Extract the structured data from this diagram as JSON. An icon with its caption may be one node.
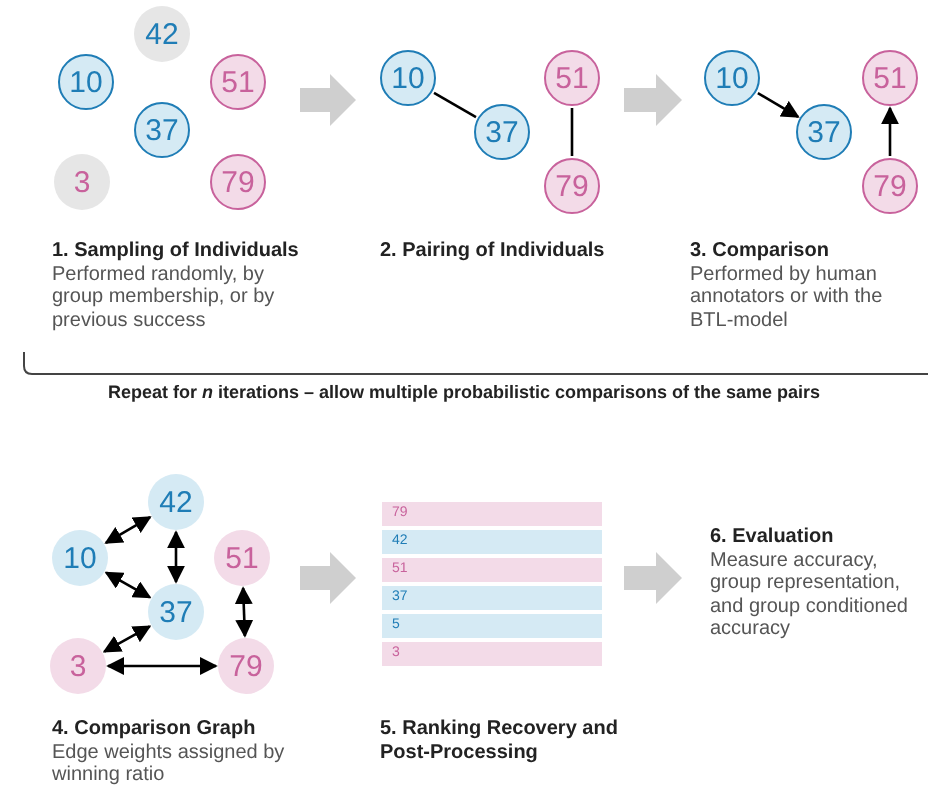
{
  "diagram": {
    "nodes": [
      {
        "text": [
          "1. Sampling of Individuals",
          "Performed randomly, by group membership, or by previous success"
        ]
      },
      {
        "text": [
          "42"
        ],
        "in": 0
      },
      {
        "text": [
          "10"
        ],
        "in": 0
      },
      {
        "text": [
          "51"
        ],
        "in": 0
      },
      {
        "text": [
          "37"
        ],
        "in": 0
      },
      {
        "text": [
          "3"
        ],
        "in": 0
      },
      {
        "text": [
          "79"
        ],
        "in": 0
      },
      {
        "text": [
          "2. Pairing of Individuals"
        ]
      },
      {
        "text": [
          "10"
        ],
        "in": 7
      },
      {
        "text": [
          "51"
        ],
        "in": 7
      },
      {
        "text": [
          "37"
        ],
        "in": 7
      },
      {
        "text": [
          "79"
        ],
        "in": 7
      },
      {
        "text": [
          "3. Comparison",
          "Performed by human annotators or with the BTL-model"
        ]
      },
      {
        "text": [
          "10"
        ],
        "in": 12
      },
      {
        "text": [
          "51"
        ],
        "in": 12
      },
      {
        "text": [
          "37"
        ],
        "in": 12
      },
      {
        "text": [
          "79"
        ],
        "in": 12
      },
      {
        "text": [
          "4. Comparison Graph",
          "Edge weights assigned by winning ratio"
        ]
      },
      {
        "text": [
          "42"
        ],
        "in": 17
      },
      {
        "text": [
          "10"
        ],
        "in": 17
      },
      {
        "text": [
          "51"
        ],
        "in": 17
      },
      {
        "text": [
          "37"
        ],
        "in": 17
      },
      {
        "text": [
          "3"
        ],
        "in": 17
      },
      {
        "text": [
          "79"
        ],
        "in": 17
      },
      {
        "text": [
          "5. Ranking Recovery and Post-Processing"
        ]
      },
      {
        "text": [
          "79"
        ],
        "in": 24
      },
      {
        "text": [
          "42"
        ],
        "in": 24
      },
      {
        "text": [
          "51"
        ],
        "in": 24
      },
      {
        "text": [
          "37"
        ],
        "in": 24
      },
      {
        "text": [
          "5"
        ],
        "in": 24
      },
      {
        "text": [
          "3"
        ],
        "in": 24
      },
      {
        "text": [
          "6. Evaluation",
          "Measure accuracy, group representation, and group conditioned accuracy"
        ]
      }
    ],
    "edges": [
      {
        "from": 0,
        "to": 7,
        "arrow": "to",
        "style": "thick",
        "color": "#cfcfcf"
      },
      {
        "from": 7,
        "to": 12,
        "arrow": "to",
        "style": "thick",
        "color": "#cfcfcf"
      },
      {
        "from": 17,
        "to": 24,
        "arrow": "to",
        "style": "thick",
        "color": "#cfcfcf"
      },
      {
        "from": 24,
        "to": 31,
        "arrow": "to",
        "style": "thick",
        "color": "#cfcfcf"
      },
      {
        "from": 8,
        "to": 10,
        "arrow": "none"
      },
      {
        "from": 9,
        "to": 11,
        "arrow": "none"
      },
      {
        "from": 13,
        "to": 15,
        "arrow": "to"
      },
      {
        "from": 16,
        "to": 14,
        "arrow": "to"
      },
      {
        "from": 19,
        "to": 18,
        "arrow": "both"
      },
      {
        "from": 19,
        "to": 21,
        "arrow": "both"
      },
      {
        "from": 18,
        "to": 21,
        "arrow": "both"
      },
      {
        "from": 20,
        "to": 23,
        "arrow": "both"
      },
      {
        "from": 22,
        "to": 21,
        "arrow": "both"
      },
      {
        "from": 22,
        "to": 23,
        "arrow": "both"
      }
    ],
    "labels": [
      "Repeat for *n* iterations – allow multiple probabilistic comparisons of the same pairs"
    ]
  }
}
